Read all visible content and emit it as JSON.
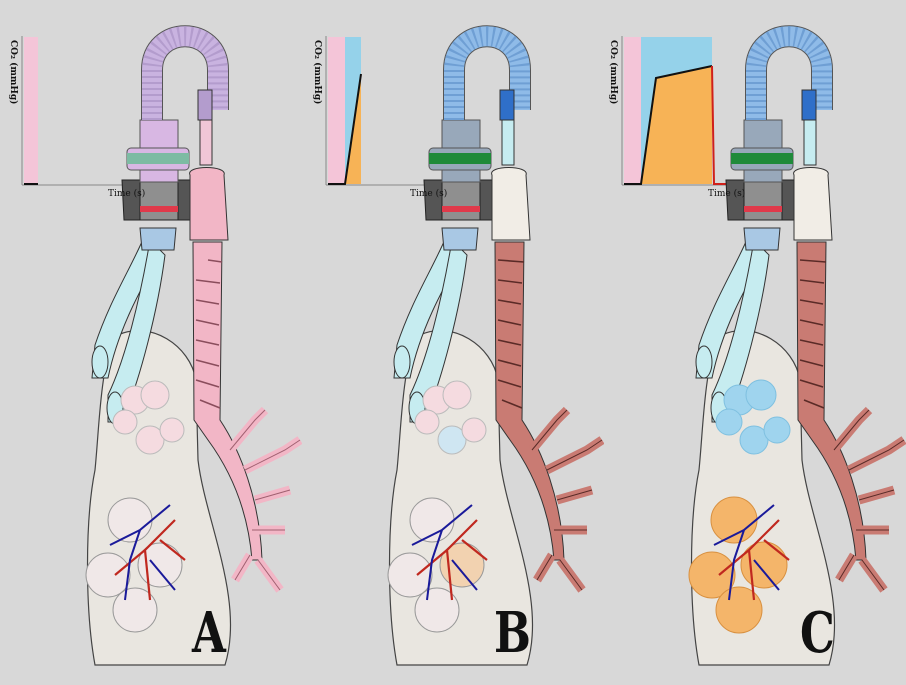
{
  "panels": [
    {
      "letter": "A",
      "ylabel": "CO₂ (mmHg)",
      "xlabel": "Time (s)",
      "trachea_color": "#f2b6c6",
      "tube_color": "#c9b3e0",
      "alveoli_color": "#f5dbe0",
      "capnogram": "flat"
    },
    {
      "letter": "B",
      "ylabel": "CO₂ (mmHg)",
      "xlabel": "Time (s)",
      "trachea_color": "#c97b73",
      "tube_color": "#8fbbe8",
      "alveoli_color": "#cfe6f2",
      "capnogram": "rising"
    },
    {
      "letter": "C",
      "ylabel": "CO₂ (mmHg)",
      "xlabel": "Time (s)",
      "trachea_color": "#c97b73",
      "tube_color": "#8fbbe8",
      "alveoli_color": "#9fd4ee",
      "capnogram": "plateau"
    }
  ],
  "colors": {
    "background": "#d8d8d8",
    "inspiration_phase": "#f4c5d8",
    "expiration_phase": "#95d2ea",
    "co2_area": "#f7b356",
    "filter_band": "#1f8a3a",
    "valve_red": "#e0394a",
    "lung": "#e9e6e0",
    "artery": "#c0281f",
    "vein": "#1a1a9a"
  }
}
